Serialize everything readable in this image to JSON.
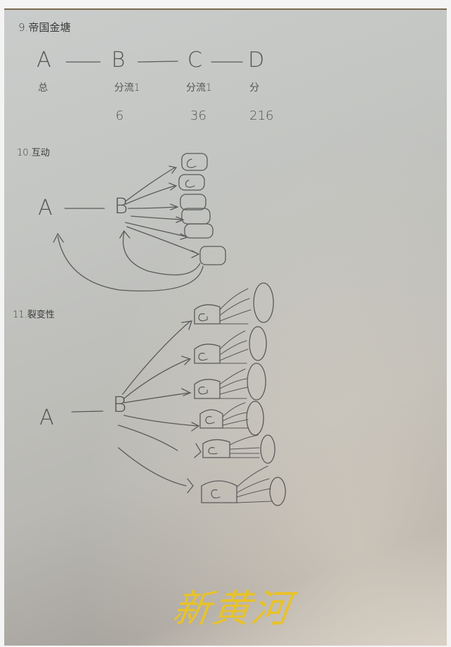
{
  "section9": {
    "title": "9.帝国金塘",
    "nodes": [
      {
        "label": "A",
        "note": "总",
        "count": ""
      },
      {
        "label": "B",
        "note": "分流1",
        "count": "6"
      },
      {
        "label": "C",
        "note": "分流1",
        "count": "36"
      },
      {
        "label": "D",
        "note": "分",
        "count": "216"
      }
    ]
  },
  "section10": {
    "title": "10.互动",
    "nodes": {
      "a": "A",
      "b": "B",
      "leaf": "G"
    },
    "leaf_count": 6
  },
  "section11": {
    "title": "11.裂变性",
    "nodes": {
      "a": "A",
      "b": "B",
      "leaf": "G"
    },
    "leaf_count": 6
  },
  "watermark": {
    "text": "新黄河",
    "color": "#e8c22a"
  },
  "colors": {
    "ink": "#555555",
    "paper": "#c6c8c5"
  }
}
